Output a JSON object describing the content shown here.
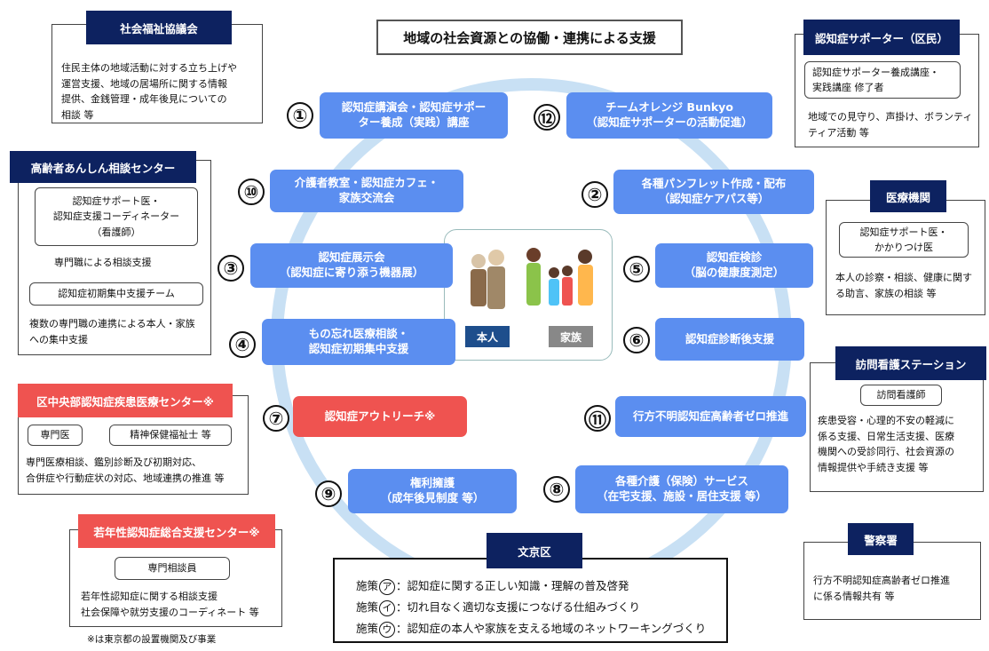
{
  "title": "地域の社会資源との協働・連携による支援",
  "center": {
    "self_label": "本人",
    "family_label": "家族",
    "self_color": "#1e4e8c",
    "family_color": "#888888"
  },
  "ring_items": [
    {
      "num": "①",
      "label": "認知症講演会・認知症サポー\nター養成（実践）講座"
    },
    {
      "num": "⑫",
      "label": "チームオレンジ Bunkyo\n（認知症サポーターの活動促進）"
    },
    {
      "num": "⑩",
      "label": "介護者教室・認知症カフェ・\n家族交流会"
    },
    {
      "num": "②",
      "label": "各種パンフレット作成・配布\n（認知症ケアパス等）"
    },
    {
      "num": "③",
      "label": "認知症展示会\n（認知症に寄り添う機器展）"
    },
    {
      "num": "⑤",
      "label": "認知症検診\n（脳の健康度測定）"
    },
    {
      "num": "④",
      "label": "もの忘れ医療相談・\n認知症初期集中支援"
    },
    {
      "num": "⑥",
      "label": "認知症診断後支援"
    },
    {
      "num": "⑦",
      "label": "認知症アウトリーチ※"
    },
    {
      "num": "⑪",
      "label": "行方不明認知症高齢者ゼロ推進"
    },
    {
      "num": "⑨",
      "label": "権利擁護\n（成年後見制度 等）"
    },
    {
      "num": "⑧",
      "label": "各種介護（保険）サービス\n（在宅支援、施設・居住支援 等）"
    }
  ],
  "panels": {
    "shakyo": {
      "header": "社会福祉協議会",
      "text": "住民主体の地域活動に対する立ち上げや\n運営支援、地域の居場所に関する情報\n提供、金銭管理・成年後見についての\n相談 等"
    },
    "anshin": {
      "header": "高齢者あんしん相談センター",
      "sub1": "認知症サポート医・\n認知症支援コーディネーター\n（看護師）",
      "text1": "専門職による相談支援",
      "sub2": "認知症初期集中支援チーム",
      "text2": "複数の専門職の連携による本人・家族\nへの集中支援"
    },
    "chuo": {
      "header": "区中央部認知症疾患医療センター※",
      "sub1": "専門医",
      "sub2": "精神保健福祉士 等",
      "text": "専門医療相談、鑑別診断及び初期対応、\n合併症や行動症状の対応、地域連携の推進 等"
    },
    "jakunen": {
      "header": "若年性認知症総合支援センター※",
      "sub": "専門相談員",
      "text": "若年性認知症に関する相談支援\n社会保障や就労支援のコーディネート 等"
    },
    "footnote": "※は東京都の設置機関及び事業",
    "supporter": {
      "header": "認知症サポーター（区民）",
      "sub": "認知症サポーター養成講座・\n実践講座 修了者",
      "text": "地域での見守り、声掛け、ボランティ\nティア活動 等"
    },
    "iryo": {
      "header": "医療機関",
      "sub": "認知症サポート医・\nかかりつけ医",
      "text": "本人の診察・相談、健康に関す\nる助言、家族の相談 等"
    },
    "houmon": {
      "header": "訪問看護ステーション",
      "sub": "訪問看護師",
      "text": "疾患受容・心理的不安の軽減に\n係る支援、日常生活支援、医療\n機関への受診同行、社会資源の\n情報提供や手続き支援 等"
    },
    "keisatsu": {
      "header": "警察署",
      "text": "行方不明認知症高齢者ゼロ推進\nに係る情報共有 等"
    }
  },
  "bunkyo": {
    "header": "文京区",
    "policies": [
      {
        "prefix": "施策",
        "mark": "ア",
        "text": "：認知症に関する正しい知識・理解の普及啓発"
      },
      {
        "prefix": "施策",
        "mark": "イ",
        "text": "：切れ目なく適切な支援につなげる仕組みづくり"
      },
      {
        "prefix": "施策",
        "mark": "ウ",
        "text": "：認知症の本人や家族を支える地域のネットワーキングづくり"
      }
    ]
  },
  "colors": {
    "pill": "#5b8ef0",
    "red": "#ef5350",
    "navy": "#0d2260",
    "ring": "#c8e0f4"
  }
}
